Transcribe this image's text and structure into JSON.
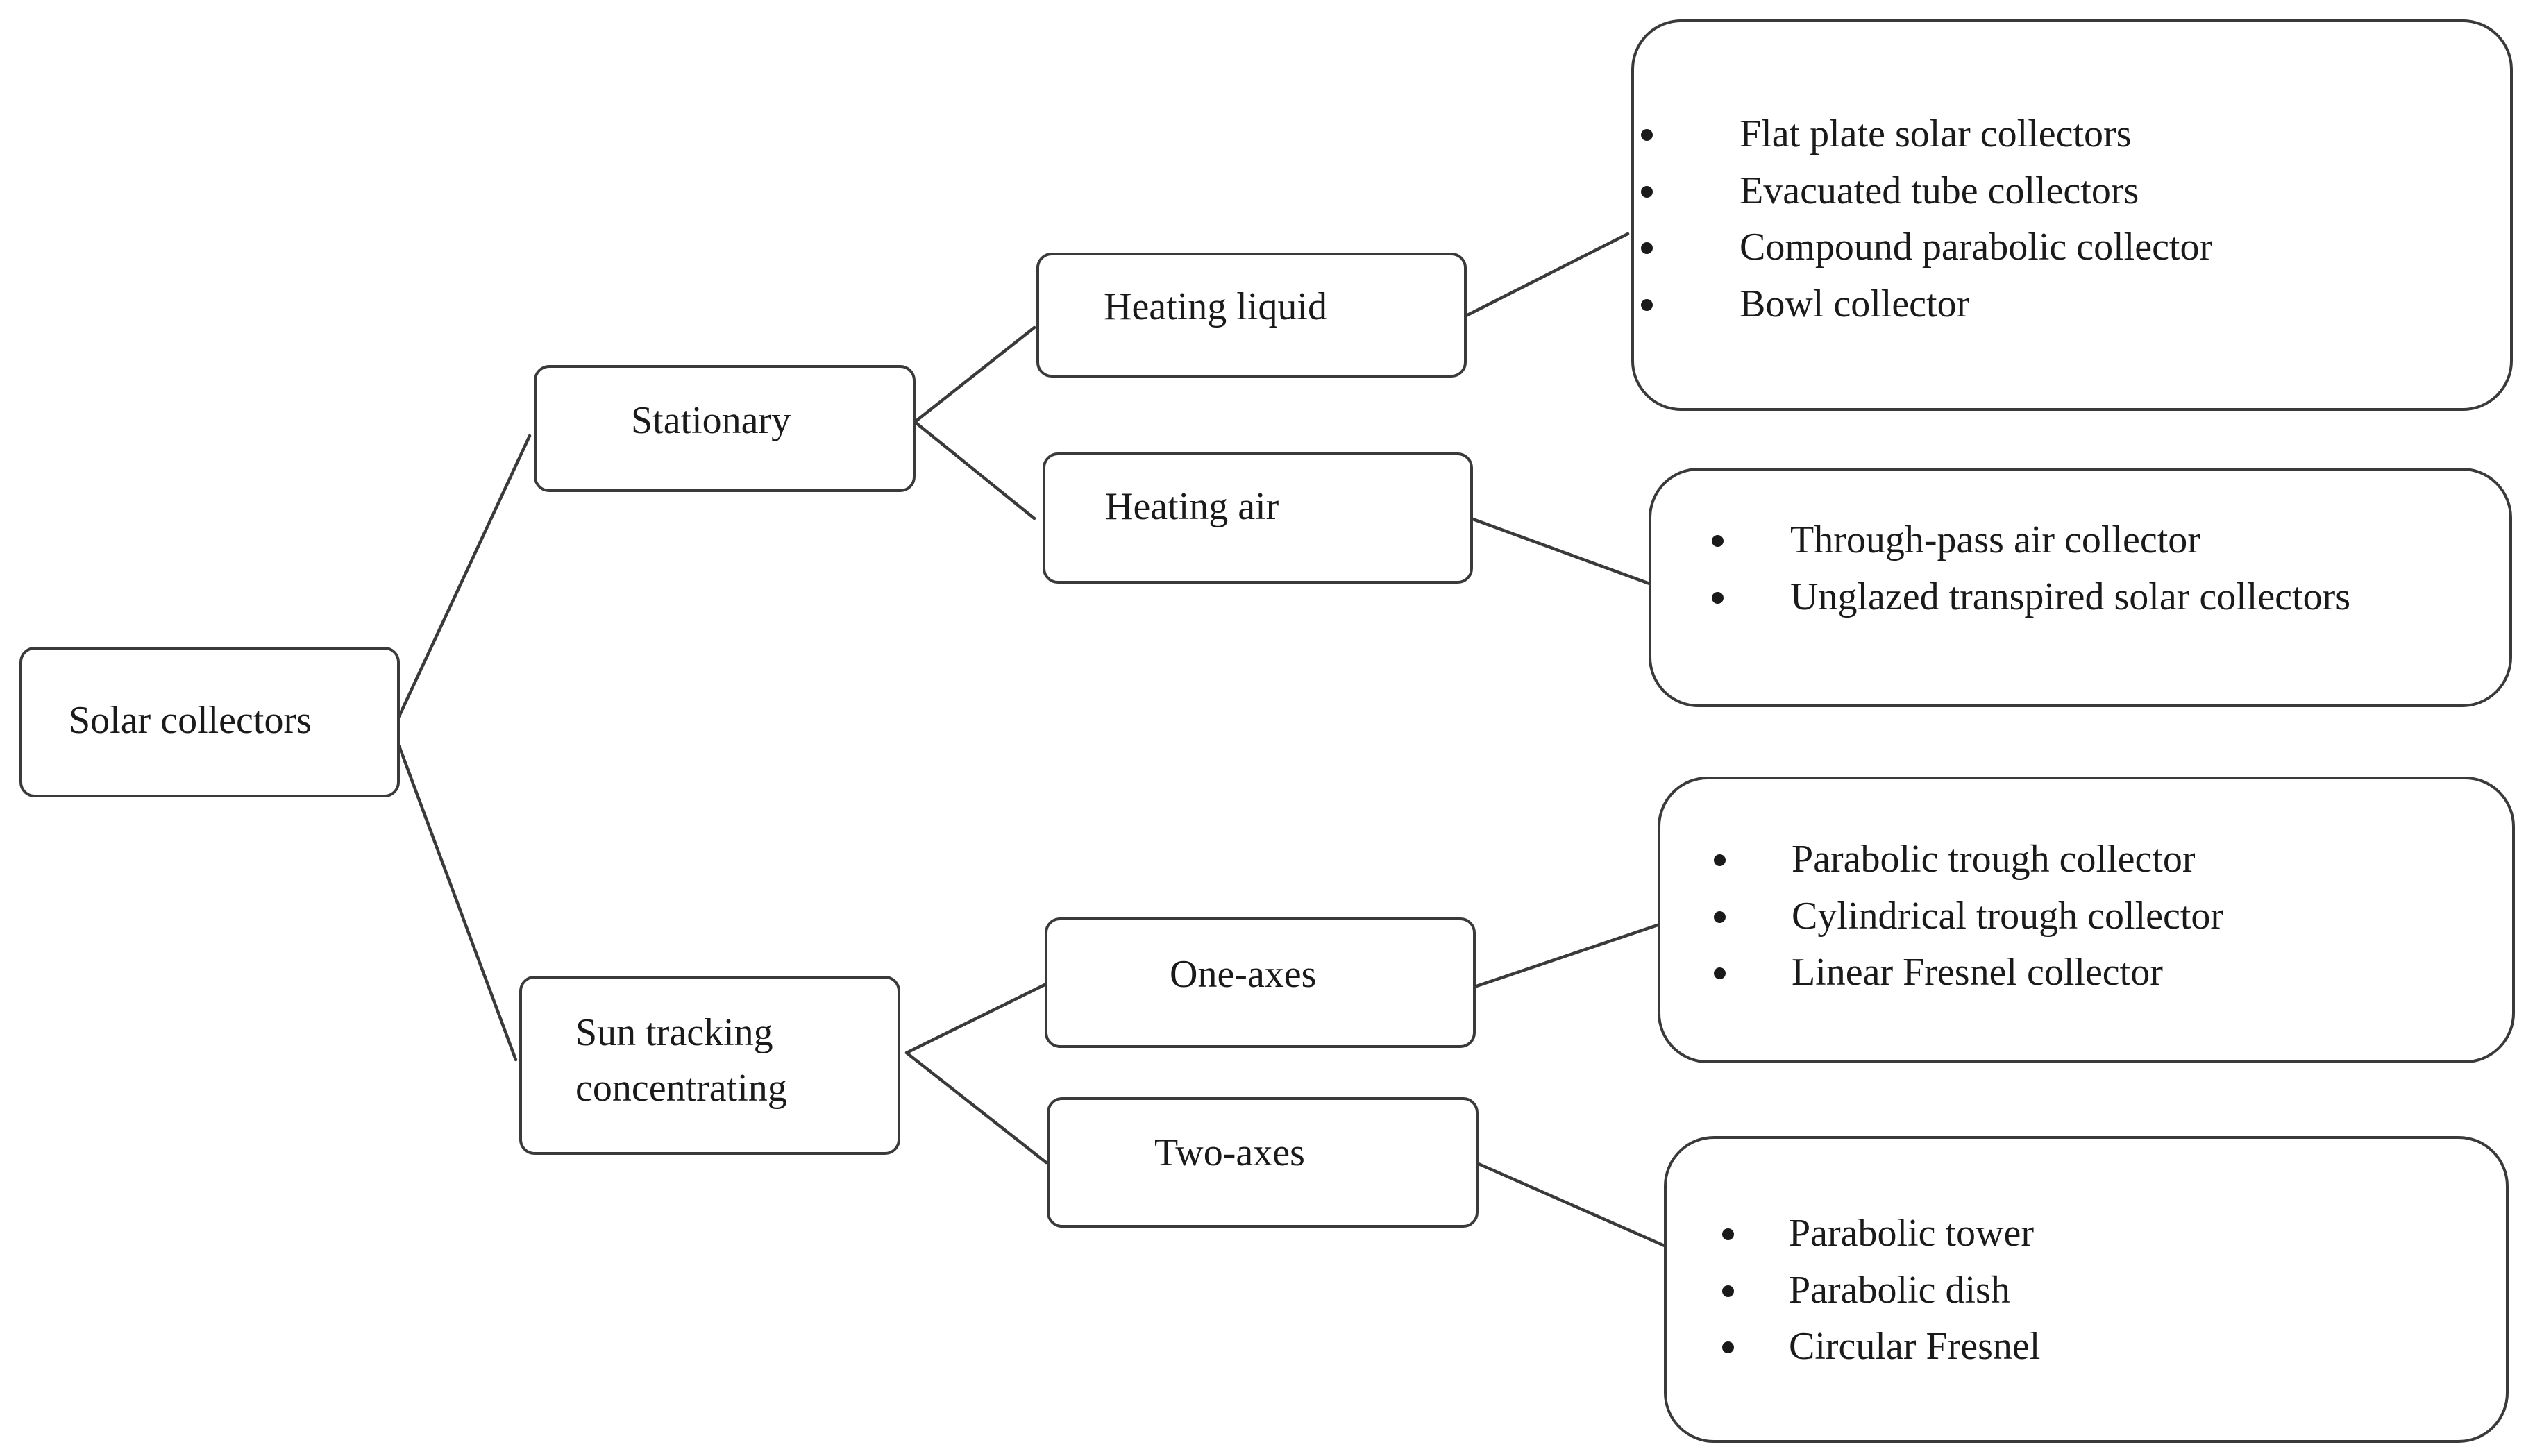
{
  "diagram": {
    "root": {
      "label": "Solar collectors"
    },
    "branches": [
      {
        "label": "Stationary",
        "children": [
          {
            "label": "Heating liquid",
            "items": [
              "Flat plate solar collectors",
              "Evacuated tube collectors",
              "Compound parabolic collector",
              "Bowl collector"
            ]
          },
          {
            "label": "Heating air",
            "items": [
              "Through-pass air collector",
              "Unglazed transpired solar collectors"
            ]
          }
        ]
      },
      {
        "label": "Sun tracking\nconcentrating",
        "children": [
          {
            "label": "One-axes",
            "items": [
              "Parabolic trough collector",
              "Cylindrical trough collector",
              "Linear Fresnel collector"
            ]
          },
          {
            "label": "Two-axes",
            "items": [
              "Parabolic tower",
              "Parabolic dish",
              "Circular Fresnel"
            ]
          }
        ]
      }
    ],
    "colors": {
      "line": "#3a3a3a",
      "text": "#1a1a1a",
      "background": "#ffffff"
    }
  }
}
